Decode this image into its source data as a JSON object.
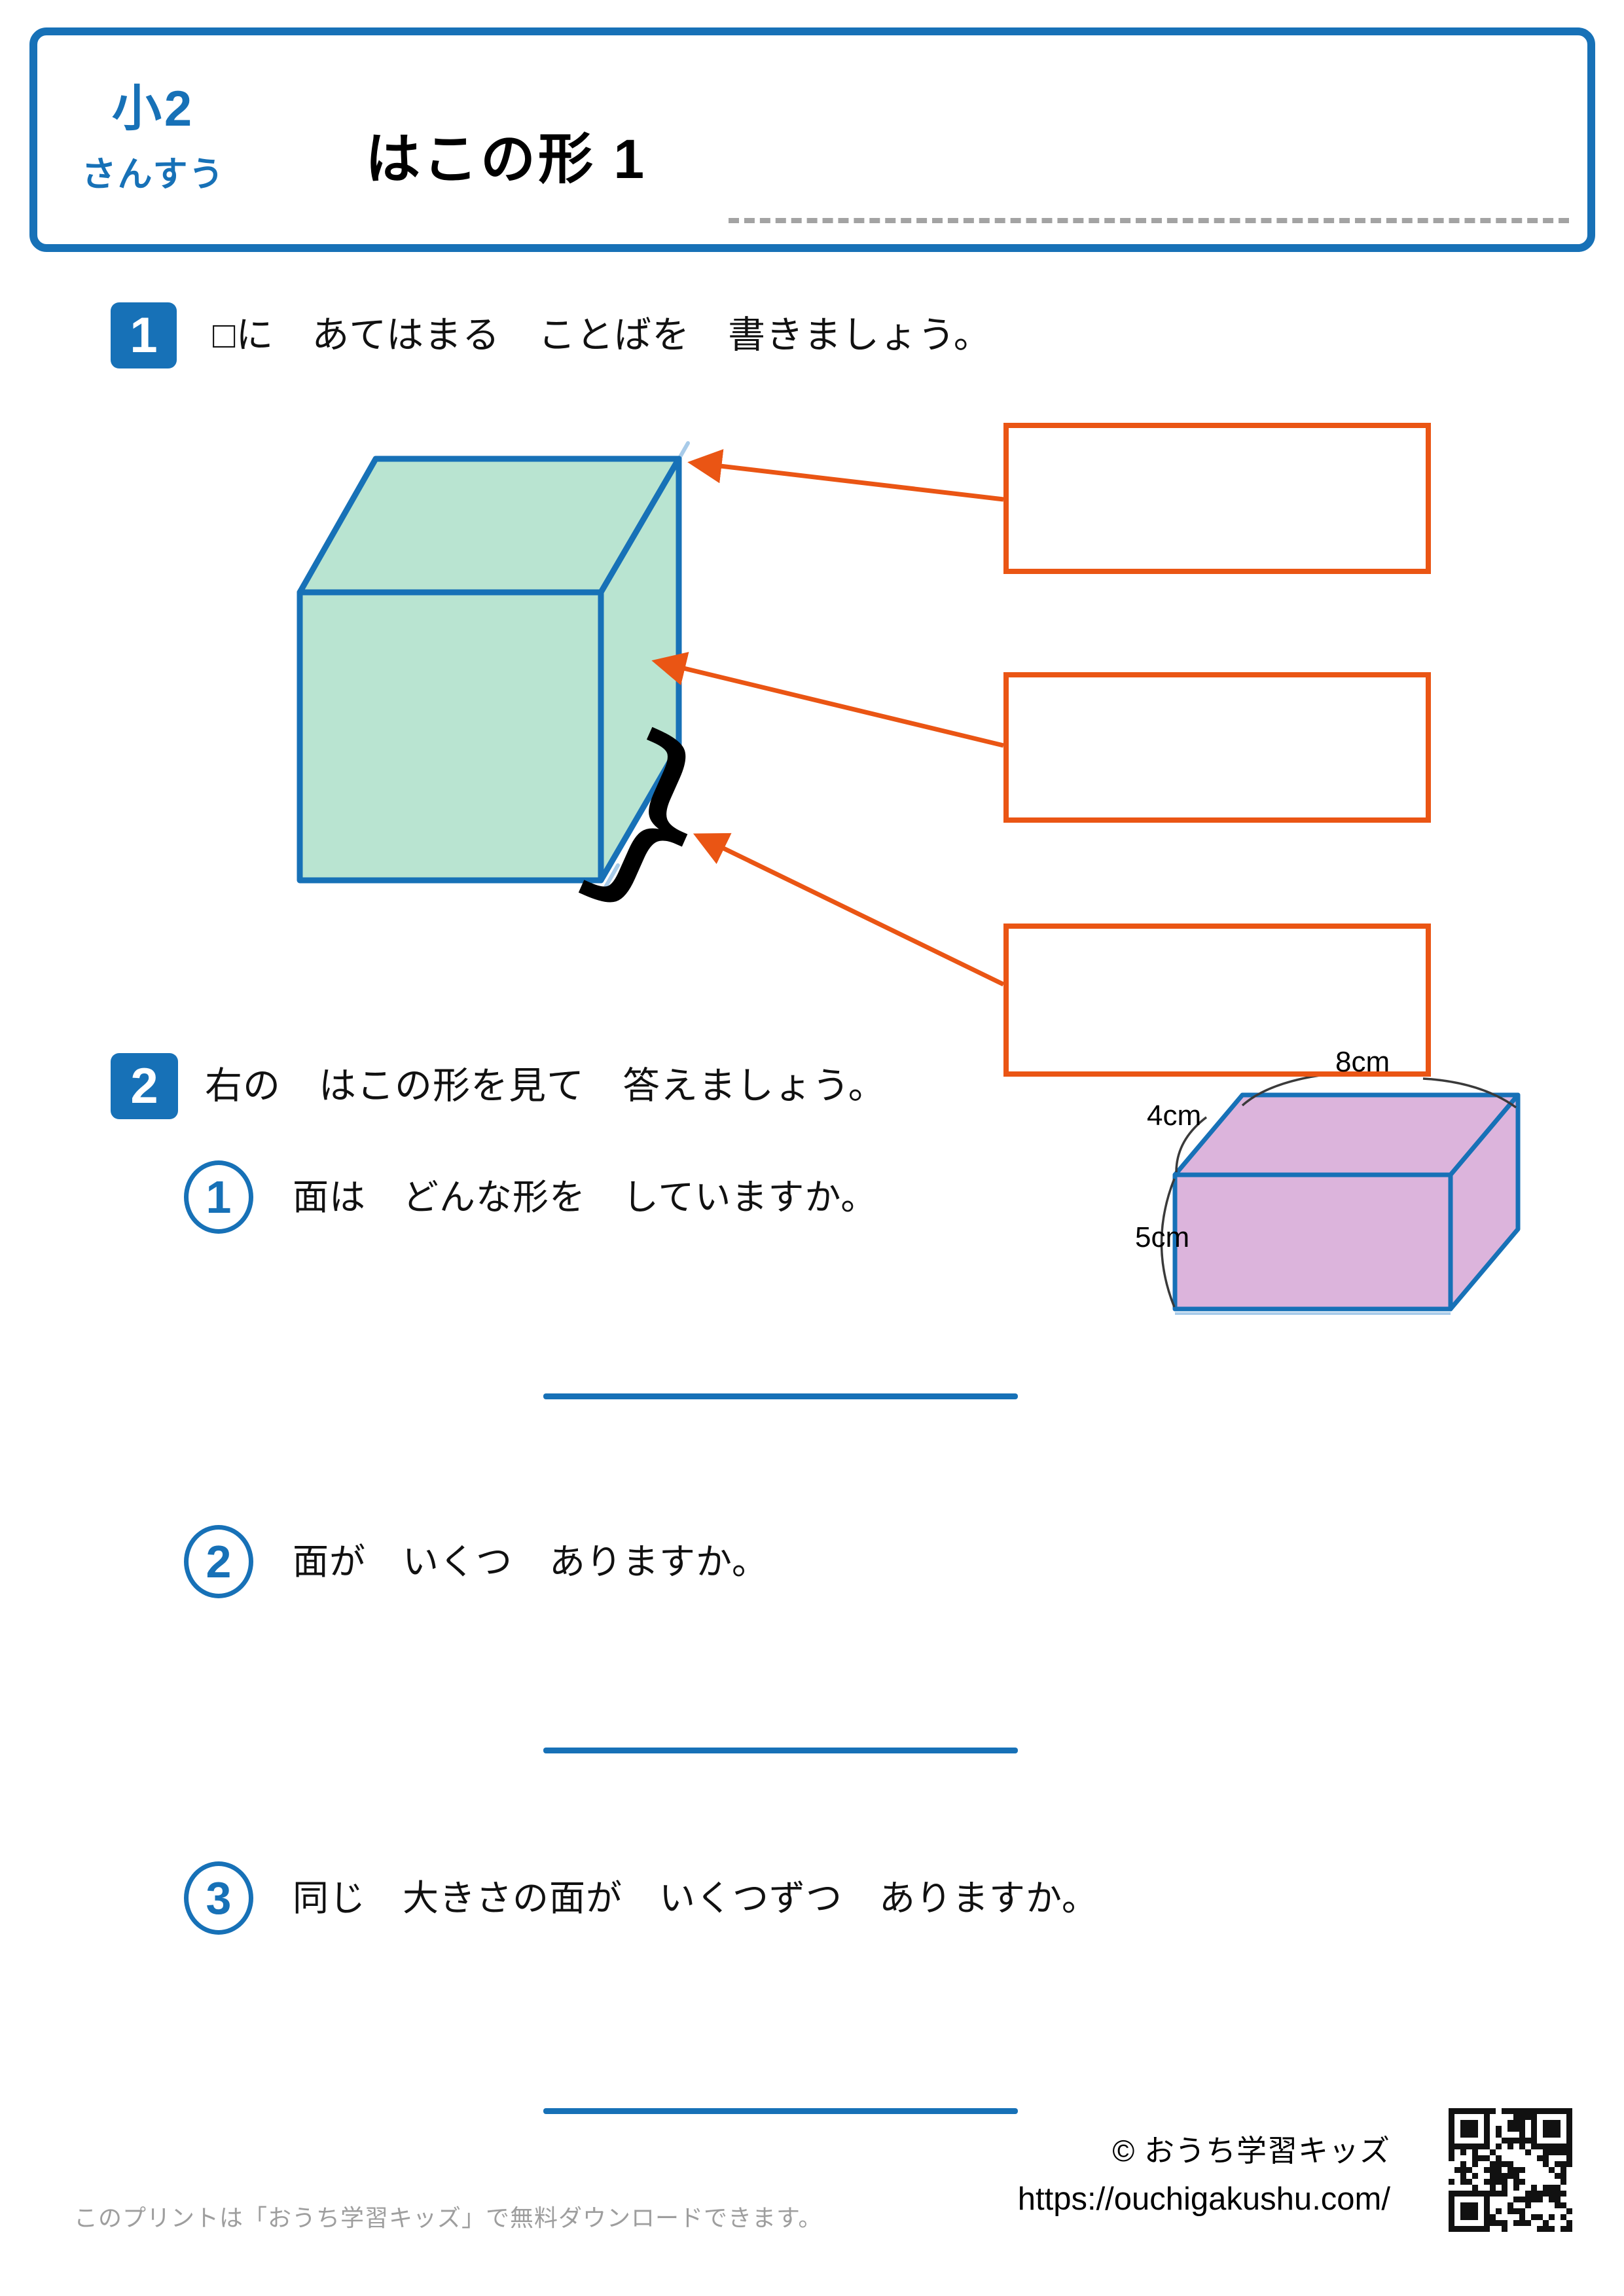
{
  "colors": {
    "blue": "#1771b7",
    "orange": "#ea5514",
    "green": "#b9e4d1",
    "pink": "#dcb4dc",
    "lightblue": "#a8cbe9",
    "dashgray": "#a3a3a3",
    "footgray": "#9e9e9e",
    "ink": "#111111"
  },
  "header": {
    "grade": "小2",
    "subject": "さんすう",
    "title": "はこの形 1"
  },
  "section1": {
    "number": "1",
    "prompt": "□に　あてはまる　ことばを　書きましょう。",
    "brace": "}",
    "answer_box_count": 3
  },
  "section2": {
    "number": "2",
    "prompt": "右の　はこの形を見て　答えましょう。",
    "box_labels": {
      "top": "8cm",
      "depth": "4cm",
      "height": "5cm"
    },
    "questions": [
      {
        "number": "1",
        "text": "面は　どんな形を　していますか。"
      },
      {
        "number": "2",
        "text": "面が　いくつ　ありますか。"
      },
      {
        "number": "3",
        "text": "同じ　大きさの面が　いくつずつ　ありますか。"
      }
    ]
  },
  "footer": {
    "left_note": "このプリントは「おうち学習キッズ」で無料ダウンロードできます。",
    "copyright": "© おうち学習キッズ",
    "url": "https://ouchigakushu.com/"
  }
}
